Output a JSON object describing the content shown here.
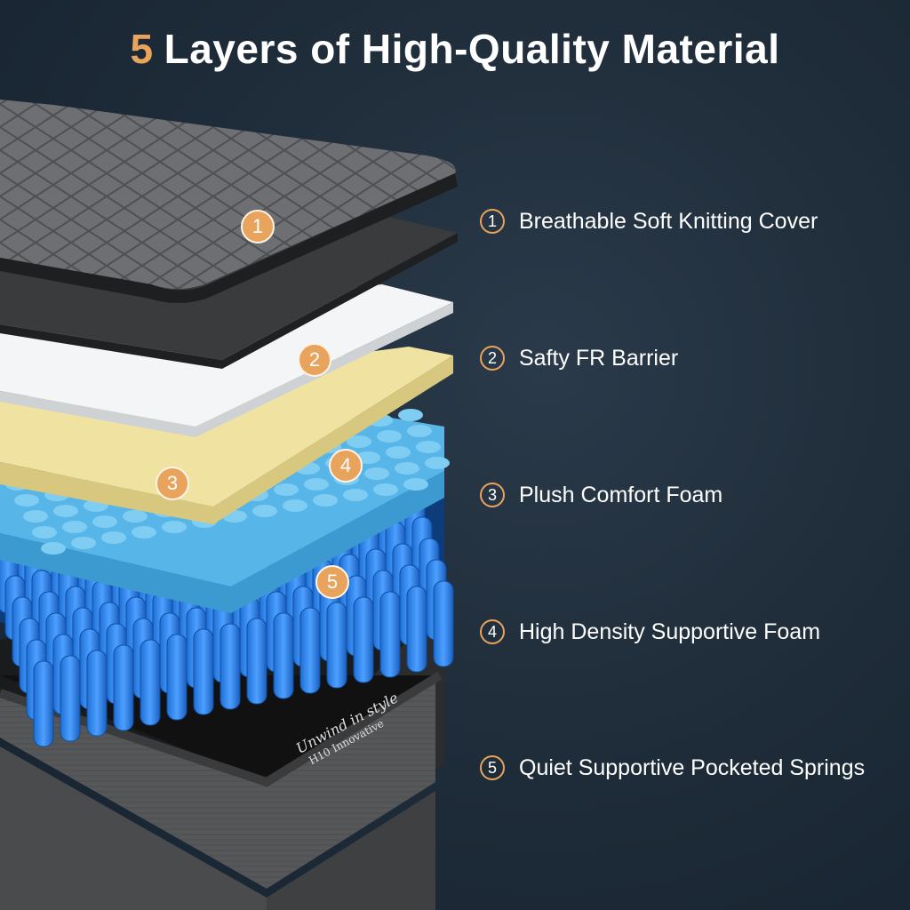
{
  "title": {
    "number": "5",
    "text": "Layers of High-Quality Material"
  },
  "colors": {
    "accent": "#e8a45c",
    "background": "#1e2b38",
    "text": "#ffffff"
  },
  "layers": [
    {
      "num": "1",
      "label": "Breathable Soft Knitting Cover"
    },
    {
      "num": "2",
      "label": "Safty FR Barrier"
    },
    {
      "num": "3",
      "label": "Plush Comfort Foam"
    },
    {
      "num": "4",
      "label": "High Density Supportive Foam"
    },
    {
      "num": "5",
      "label": "Quiet Supportive Pocketed Springs"
    }
  ],
  "brand": {
    "line1": "Unwind in style",
    "line2": "H10 Innovative"
  }
}
